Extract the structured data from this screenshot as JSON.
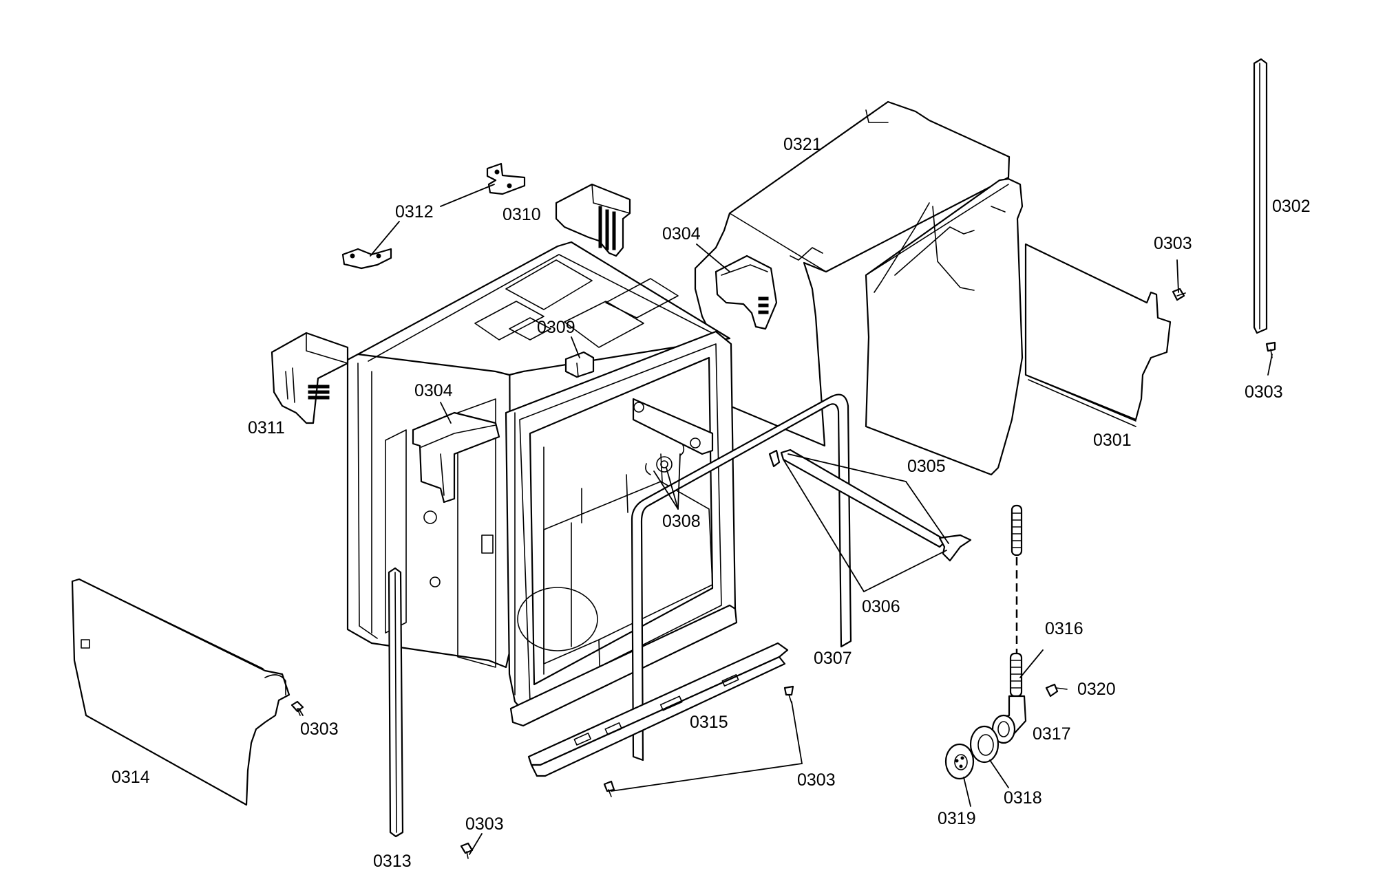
{
  "diagram": {
    "colors": {
      "line": "#000000",
      "background": "#ffffff"
    },
    "labels": {
      "p0301": "0301",
      "p0302": "0302",
      "p0303a": "0303",
      "p0303b": "0303",
      "p0303c": "0303",
      "p0303d": "0303",
      "p0303e": "0303",
      "p0304a": "0304",
      "p0304b": "0304",
      "p0305": "0305",
      "p0306": "0306",
      "p0307": "0307",
      "p0308": "0308",
      "p0309": "0309",
      "p0310": "0310",
      "p0311": "0311",
      "p0312": "0312",
      "p0313": "0313",
      "p0314": "0314",
      "p0315": "0315",
      "p0316": "0316",
      "p0317": "0317",
      "p0318": "0318",
      "p0319": "0319",
      "p0320": "0320",
      "p0321": "0321"
    }
  }
}
